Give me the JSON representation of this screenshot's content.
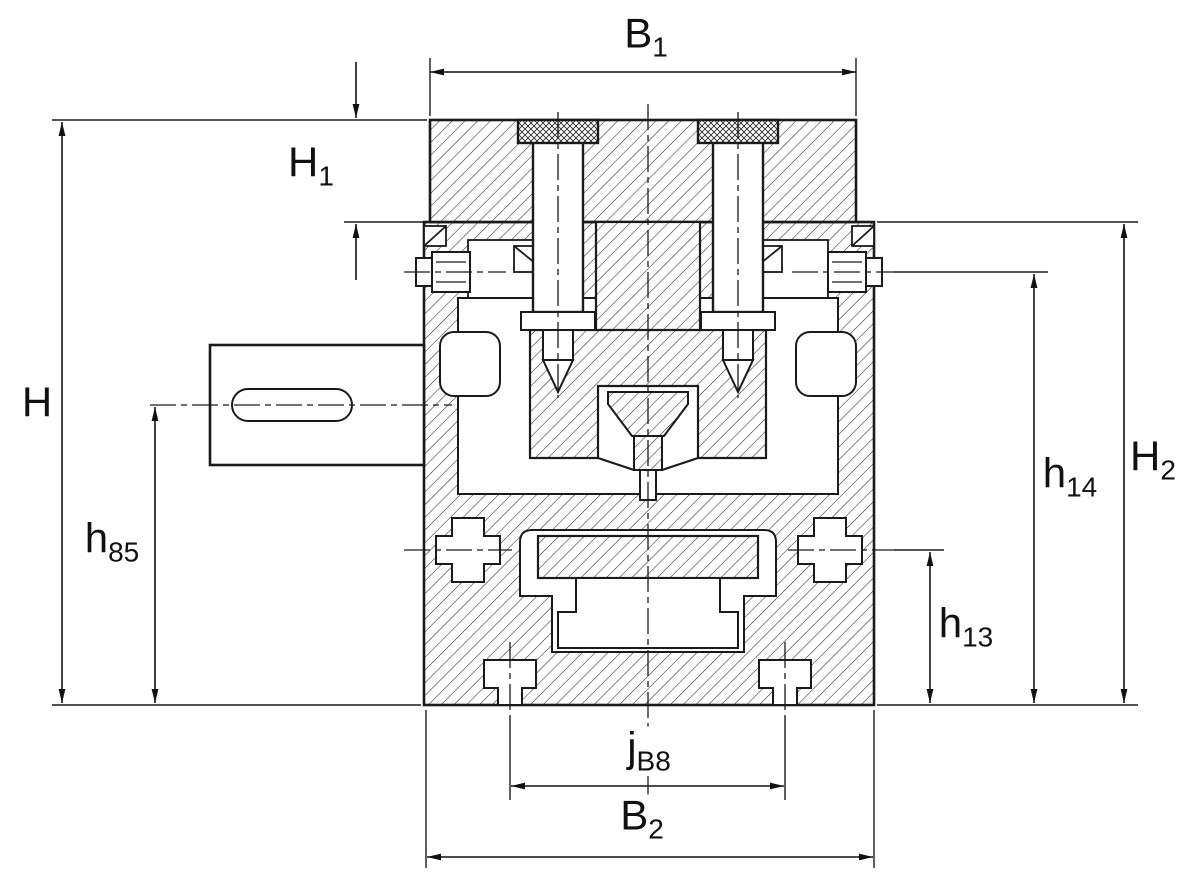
{
  "figure": {
    "kind": "engineering-cross-section-drawing",
    "background": "#ffffff",
    "line_color": "#1a1a1a"
  },
  "labels": [
    {
      "id": "B1",
      "base": "B",
      "sub": "1"
    },
    {
      "id": "H1",
      "base": "H",
      "sub": "1"
    },
    {
      "id": "H",
      "base": "H",
      "sub": ""
    },
    {
      "id": "h85",
      "base": "h",
      "sub": "85"
    },
    {
      "id": "H2",
      "base": "H",
      "sub": "2"
    },
    {
      "id": "h14",
      "base": "h",
      "sub": "14"
    },
    {
      "id": "h13",
      "base": "h",
      "sub": "13"
    },
    {
      "id": "jB8",
      "base": "j",
      "sub": "B8"
    },
    {
      "id": "B2",
      "base": "B",
      "sub": "2"
    }
  ]
}
